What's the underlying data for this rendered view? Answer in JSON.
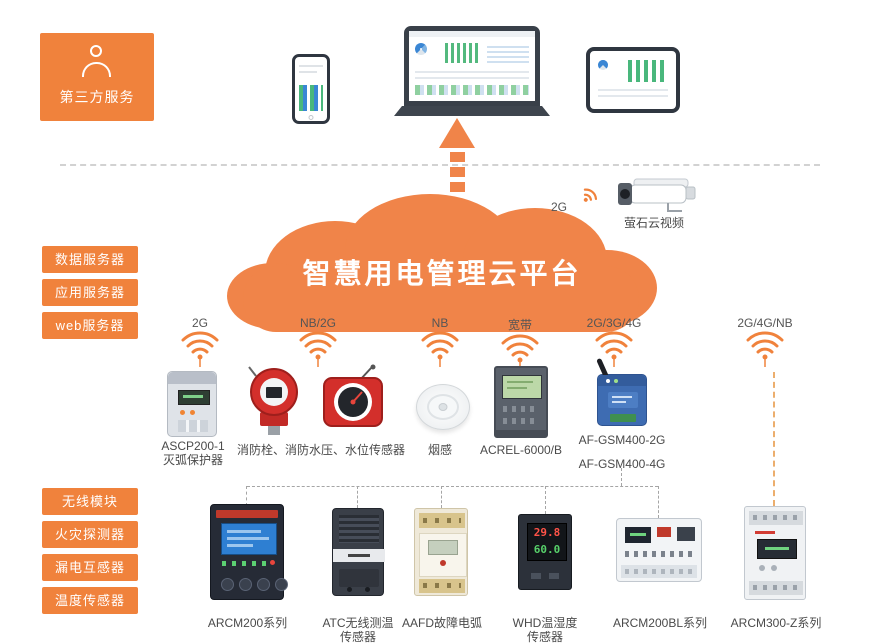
{
  "third_party": {
    "label": "第三方服务"
  },
  "cloud": {
    "title": "智慧用电管理云平台"
  },
  "camera": {
    "signal": "2G",
    "label": "萤石云视频"
  },
  "servers": [
    "数据服务器",
    "应用服务器",
    "web服务器"
  ],
  "modules": [
    "无线模块",
    "火灾探测器",
    "漏电互感器",
    "温度传感器"
  ],
  "antennas": [
    "2G",
    "NB/2G",
    "NB",
    "宽带",
    "2G/3G/4G",
    "2G/4G/NB"
  ],
  "mid_labels": {
    "ascp_1": "ASCP200-1",
    "ascp_2": "灭弧保护器",
    "fire": "消防栓、消防水压、水位传感器",
    "smoke": "烟感",
    "acrel": "ACREL-6000/B",
    "gsm_2g": "AF-GSM400-2G",
    "gsm_4g": "AF-GSM400-4G"
  },
  "bottom_labels": {
    "arcm200": "ARCM200系列",
    "atc_1": "ATC无线测温",
    "atc_2": "传感器",
    "aafd": "AAFD故障电弧",
    "whd_1": "WHD温湿度",
    "whd_2": "传感器",
    "arcm200bl": "ARCM200BL系列",
    "arcm300z": "ARCM300-Z系列"
  },
  "whd_display": {
    "temp": "29.8",
    "hum": "60.0"
  },
  "colors": {
    "orange": "#F0823C",
    "cloud": "#F08449"
  }
}
